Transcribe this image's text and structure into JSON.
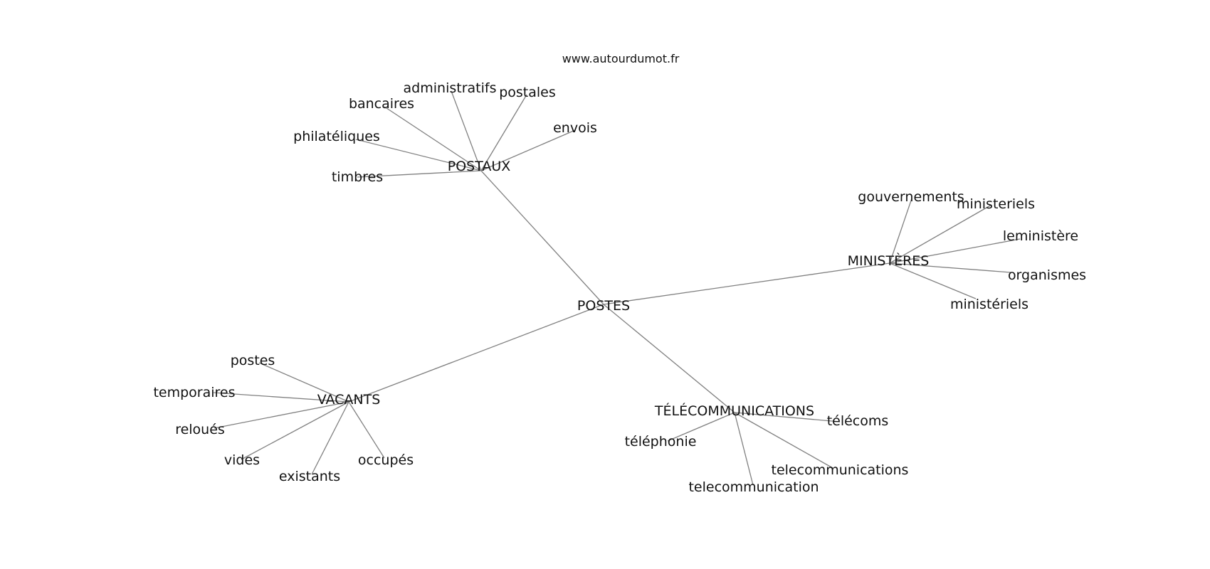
{
  "source": "www.autourdumot.fr",
  "center": {
    "id": "postes_center",
    "label": "POSTES"
  },
  "clusters": [
    {
      "id": "postaux",
      "label": "POSTAUX",
      "terms": [
        {
          "id": "administratifs",
          "label": "administratifs"
        },
        {
          "id": "postales",
          "label": "postales"
        },
        {
          "id": "bancaires",
          "label": "bancaires"
        },
        {
          "id": "envois",
          "label": "envois"
        },
        {
          "id": "philateliques",
          "label": "philatéliques"
        },
        {
          "id": "timbres",
          "label": "timbres"
        }
      ]
    },
    {
      "id": "ministeres",
      "label": "MINISTÈRES",
      "terms": [
        {
          "id": "gouvernements",
          "label": "gouvernements"
        },
        {
          "id": "ministeriels_a",
          "label": "ministeriels"
        },
        {
          "id": "leministere",
          "label": "leministère"
        },
        {
          "id": "organismes",
          "label": "organismes"
        },
        {
          "id": "ministeriels_b",
          "label": "ministériels"
        }
      ]
    },
    {
      "id": "vacants",
      "label": "VACANTS",
      "terms": [
        {
          "id": "postes_small",
          "label": "postes"
        },
        {
          "id": "temporaires",
          "label": "temporaires"
        },
        {
          "id": "reloues",
          "label": "reloués"
        },
        {
          "id": "vides",
          "label": "vides"
        },
        {
          "id": "existants",
          "label": "existants"
        },
        {
          "id": "occupes",
          "label": "occupés"
        }
      ]
    },
    {
      "id": "telecommunications_hub",
      "label": "TÉLÉCOMMUNICATIONS",
      "terms": [
        {
          "id": "telecoms",
          "label": "télécoms"
        },
        {
          "id": "telephonie",
          "label": "téléphonie"
        },
        {
          "id": "telecommunications",
          "label": "telecommunications"
        },
        {
          "id": "telecommunication",
          "label": "telecommunication"
        }
      ]
    }
  ]
}
